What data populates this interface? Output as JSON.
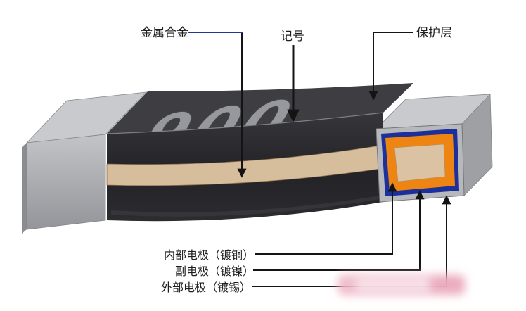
{
  "diagram": {
    "labels": {
      "metal_alloy": "金属合金",
      "marking": "记号",
      "protective_layer": "保护层",
      "inner_electrode": "内部电极（镀铜）",
      "secondary_electrode": "副电极（镀镍）",
      "outer_electrode": "外部电极（镀锡）"
    },
    "component": {
      "marking_text": "006"
    },
    "colors": {
      "body_top": "#3d3d42",
      "copper": "#ee8512",
      "nickel": "#1c2f9b",
      "alloy_strip": "#d6bd9c",
      "alloy_core": "#dac2a2",
      "tin_face": "#b7b8bc",
      "cap_top": "#c9cacd",
      "cap_side": "#9fa0a4",
      "leader_blue": "#1f3a8c"
    }
  }
}
